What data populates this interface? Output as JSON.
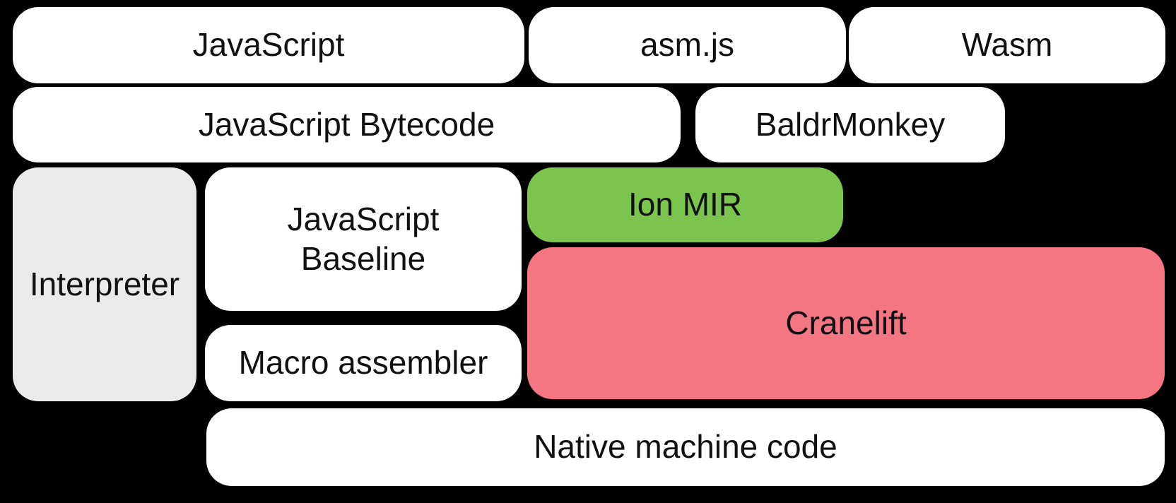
{
  "diagram": {
    "description": "Compiler pipeline diagram of a JavaScript/Wasm engine",
    "background_color": "#000000",
    "text_color": "#111111",
    "colors": {
      "plain_node": "#ffffff",
      "interpreter_node": "#eaeaea",
      "ion_mir_node": "#7bc44d",
      "cranelift_node": "#f57683"
    },
    "nodes": {
      "javascript": {
        "label": "JavaScript",
        "fill": "#ffffff"
      },
      "asmjs": {
        "label": "asm.js",
        "fill": "#ffffff"
      },
      "wasm": {
        "label": "Wasm",
        "fill": "#ffffff"
      },
      "bytecode": {
        "label": "JavaScript Bytecode",
        "fill": "#ffffff"
      },
      "baldrmonkey": {
        "label": "BaldrMonkey",
        "fill": "#ffffff"
      },
      "interpreter": {
        "label": "Interpreter",
        "fill": "#eaeaea"
      },
      "baseline": {
        "label": "JavaScript\nBaseline",
        "fill": "#ffffff"
      },
      "ionmir": {
        "label": "Ion MIR",
        "fill": "#7bc44d"
      },
      "cranelift": {
        "label": "Cranelift",
        "fill": "#f57683"
      },
      "macro": {
        "label": "Macro assembler",
        "fill": "#ffffff"
      },
      "native": {
        "label": "Native machine code",
        "fill": "#ffffff"
      }
    }
  }
}
